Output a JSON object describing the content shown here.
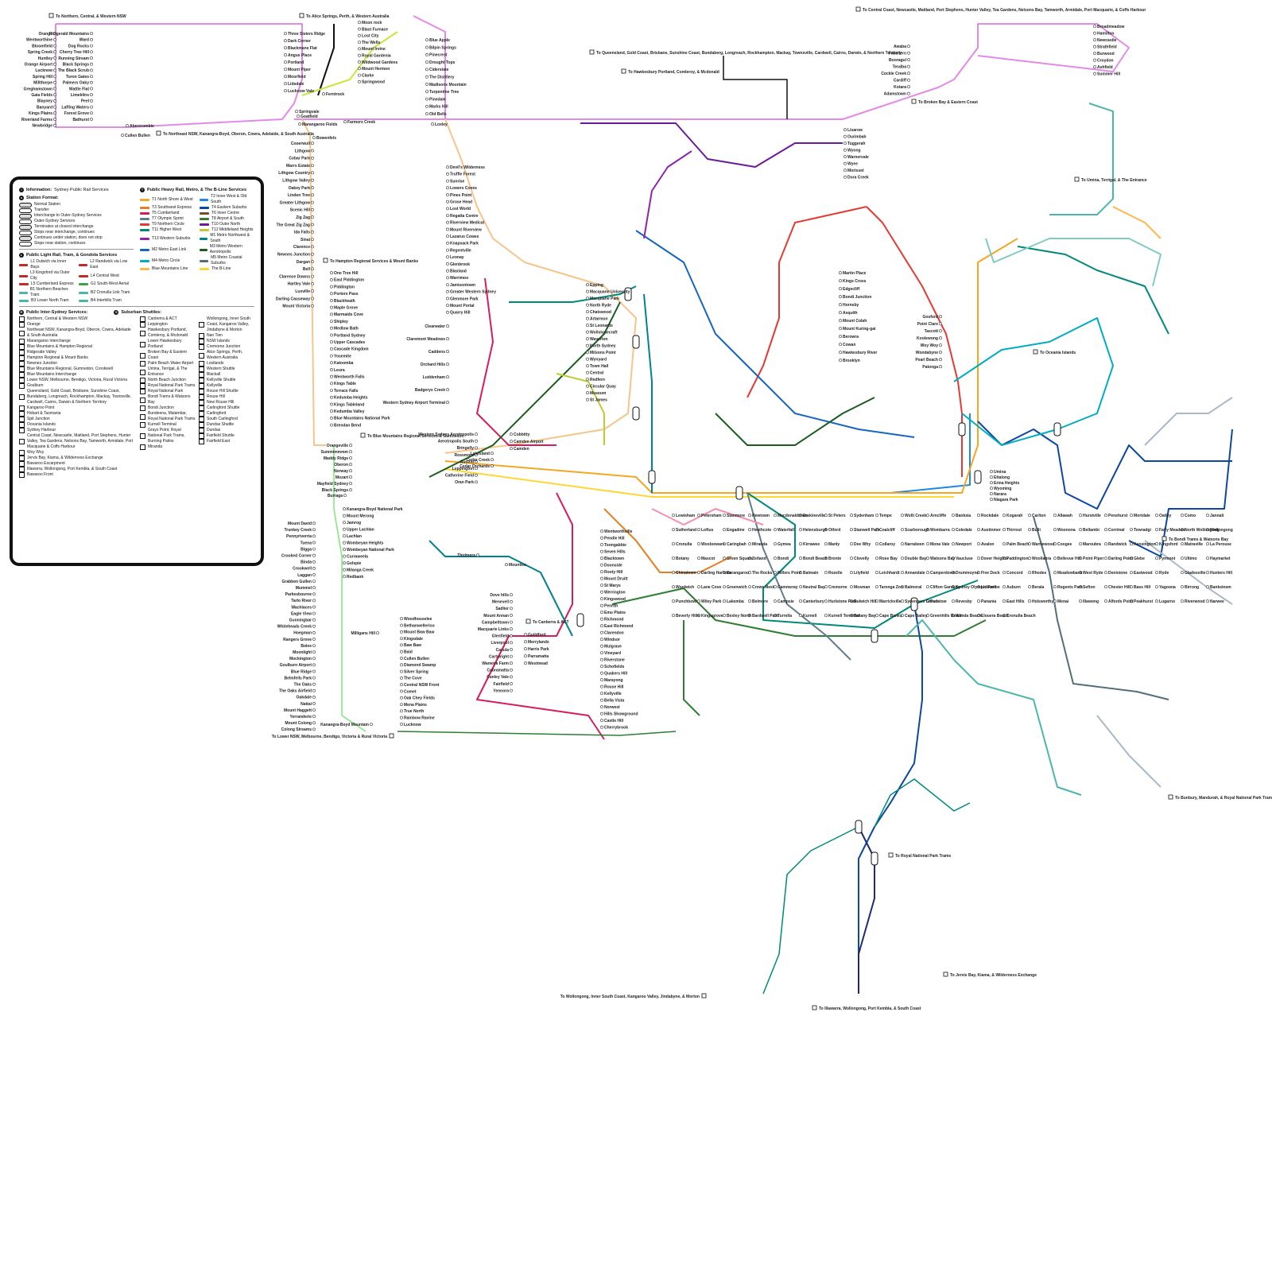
{
  "external_labels": {
    "nw": "To Northern, Central, & Western NSW",
    "alice": "To Alice Springs, Perth, & Western Australia",
    "qld": "To Queensland, Gold Coast, Brisbane, Sunshine Coast, Bundaberg, Longreach, Rockhampton, Mackay, Townsville, Cardwell, Cairns, Darwin, & Northern Territory",
    "hawkesbury": "To Hawkesbury Portland, Comleroy, & Mcdonald",
    "central_coast": "To Central Coast, Newcastle, Maitland, Port Stephens, Hunter Valley, Tea Gardens, Nelsons Bay, Tamworth, Armidale, Port Macquarie, & Coffs Harbour",
    "ne": "To Northeast NSW, Kanangra-Boyd, Oberon, Cowra, Adelaide, & South Australia",
    "hampton": "To Hampton Regional Services & Mount Banks",
    "blue_mtn": "To Blue Mountains Regional Services & Gumnedon",
    "lower_nsw": "To Lower NSW, Melbourne, Bendigo, Victoria & Rural Victoria",
    "canberra": "To Canberra & ACT",
    "wollongong": "To Wollongong, Inner South Coast, Kangaroo Valley, Jindabyne, & Morton",
    "illawarra": "To Illawarra, Wollongong, Port Kembla, & South Coast",
    "jervis": "To Jervis Bay, Kiama, & Wilderness Exchange",
    "royal_np": "To Royal National Park Trams",
    "bondi_trams": "To Bondi Trams & Watsons Bay",
    "broken_bay": "To Broken Bay & Eastern Coast",
    "umina": "To Umina, Terrigal, & The Entrance",
    "oceania": "To Oceania Islands",
    "bunbury": "To Bunbury, Mandurah, & Royal National Park Trams"
  },
  "stations": [
    "Orange",
    "Wentworthine",
    "Bloomfield",
    "Spring Creek",
    "Huntley",
    "Orange Airport",
    "Lucknow",
    "Spring Hill",
    "Millthorpe",
    "Greghamstown",
    "Gaia Fields",
    "Blayney",
    "Banyard",
    "Kings Plains",
    "Riverland Farms",
    "Newbridge",
    "Fitzgerald Mountains",
    "Ward",
    "Dog Rocks",
    "Cherry Tree Hill",
    "Running Stream",
    "Black Springs",
    "The Black Scrub",
    "Turon Gates",
    "Palmers Oaky",
    "Wattle Flat",
    "Limekilns",
    "Peel",
    "Laffing Waters",
    "Forest Grove",
    "Bathurst",
    "Abercrombie",
    "Cullen Bullen",
    "Three Sisters Ridge",
    "Dark Corner",
    "Blackmans Flat",
    "Angus Place",
    "Portland",
    "Mount Piper",
    "Moorfield",
    "Lidsdale",
    "Lucknow Vale",
    "Springvale",
    "Goatfield",
    "Ferntrock",
    "Marangaroo Fields",
    "Farmers Creek",
    "Bowenfels",
    "Cooerwull",
    "Lithgow",
    "Cobar Park",
    "Marrs Estate",
    "Lithgow Country",
    "Lithgow Valley",
    "Oakey Park",
    "Linden Tree",
    "Greater Lithgow",
    "Scenic Hill",
    "Zig Zag",
    "The Great Zig Zag",
    "Ida Falls",
    "Sinai",
    "Clarence",
    "Newnes Junction",
    "Dargan",
    "Bell",
    "Clarence Downs",
    "Hartley Vale",
    "Luxville",
    "Darling Causeway",
    "Mount Victoria",
    "One Tree Hill",
    "East Piddington",
    "Piddington",
    "Porters Pass",
    "Blackheath",
    "Maple Grove",
    "Marmaids Cove",
    "Shipley",
    "Medlow Bath",
    "Portland Sydney",
    "Upper Cascades",
    "Cascade Kingdom",
    "Yosemite",
    "Katoomba",
    "Leura",
    "Wentworth Falls",
    "Kings Table",
    "Terrace Falls",
    "Kedumba Heights",
    "Kings Tableland",
    "Kedumba Valley",
    "Blue Mountains National Park",
    "Brendan Bend",
    "Orangeville",
    "Summimmmm",
    "Maddy Ridge",
    "Oberon",
    "Norway",
    "Mozart",
    "Mayfield Sydney",
    "Black Springs",
    "Burraga",
    "Mount David",
    "Trunkey Creek",
    "Pennyriverria",
    "Tuena",
    "Bigga",
    "Crooked Corner",
    "Binda",
    "Crookwell",
    "Laggan",
    "Grabben Gullen",
    "Mummel",
    "Parkesbourne",
    "Tarlo River",
    "Wachlaces",
    "Eagle View",
    "Gunningbar",
    "Whiteheads Creek",
    "Hoegman",
    "Rangers Grove",
    "Bolee",
    "Moonlight",
    "Mockington",
    "Goulburn Airport",
    "Blue Ridge",
    "Belmfells Park",
    "The Oaks",
    "The Oaks Airfield",
    "Oakdale",
    "Nattai",
    "Mount Haggett",
    "Yerranderie",
    "Mount Colong",
    "Colong Streams",
    "Kanangra-Boyd Mountain",
    "Kanangra-Boyd National Park",
    "Mount Merong",
    "Jamrog",
    "Upper Lachlan",
    "Lachlan",
    "Wombeyan Heights",
    "Wombeyan National Park",
    "Curraweela",
    "Golspie",
    "Milanga Creek",
    "Redbank",
    "Milligans Hill",
    "Woodhouselee",
    "Bethanwellerloo",
    "Mount Baw Baw",
    "Kingsdale",
    "Baw Baw",
    "Baid",
    "Cullen Bullen",
    "Diamond Swamp",
    "Silver Spring",
    "The Cove",
    "Central NSW Front",
    "Comet",
    "Oak Chey Fields",
    "Mena Plains",
    "True North",
    "Rainbow Ravine",
    "Lucknow",
    "Moon rock",
    "Blast Furnace",
    "Lost City",
    "The Wells",
    "Mount Irvine",
    "Royal Gardenia",
    "Wildwood Gardens",
    "Mount Hermon",
    "Clarke",
    "Springwood",
    "Blue Apple",
    "Bilpin Springs",
    "Pinecrest",
    "Drought Tops",
    "Ciderstate",
    "The Distillery",
    "Madisons Mountain",
    "Turpentine Tree",
    "Pinedale",
    "Marks Hill",
    "Old Bells",
    "Loxley",
    "Devil's Wilderness",
    "Truffle Forest",
    "Sunrise",
    "Lowers Coves",
    "Pines Point",
    "Grose Head",
    "Lost World",
    "Regatta Centre",
    "Riverview Medical",
    "Mount Riverview",
    "Lazarus Cowes",
    "Knapsack Park",
    "Regentville",
    "Leonay",
    "Glenbrook",
    "Blaxland",
    "Warrimoo",
    "Jamisontown",
    "Greater Western Sydney",
    "Glenmore Park",
    "Mount Portal",
    "Quarry Hill",
    "Clearwater",
    "Claremont Meadows",
    "Caddens",
    "Orchard Hills",
    "Luddenham",
    "Badgerys Creek",
    "Western Sydney Airport Terminal",
    "Western Sydney Aerotropolis",
    "Aerotropolis South",
    "Bringelly",
    "Rossmore",
    "Austral",
    "Leppington",
    "Catherine Field",
    "Oran Park",
    "Cobbitty",
    "Camden Airport",
    "Camden",
    "Lakesland",
    "Cedar Creek",
    "Cedar Orchards",
    "Thirlmere",
    "Mountlea",
    "Dove hills",
    "Menevell",
    "Sadlier",
    "Mount Annan",
    "Campbelltown",
    "Macquarie Links",
    "Glenfield",
    "Liverpool",
    "Casula",
    "Cartwright",
    "Warwick Farm",
    "Cabramatta",
    "Canley Vale",
    "Fairfield",
    "Yennora",
    "Guildford",
    "Merrylands",
    "Harris Park",
    "Parramatta",
    "Westmead",
    "Wentworthville",
    "Pendle Hill",
    "Toongabbie",
    "Seven Hills",
    "Blacktown",
    "Doonside",
    "Rooty Hill",
    "Mount Druitt",
    "St Marys",
    "Werrington",
    "Kingswood",
    "Penrith",
    "Emu Plains",
    "Richmond",
    "East Richmond",
    "Clarendon",
    "Windsor",
    "Mulgrave",
    "Vineyard",
    "Riverstone",
    "Schofields",
    "Quakers Hill",
    "Marayong",
    "Rouse Hill",
    "Kellyville",
    "Bella Vista",
    "Norwest",
    "Hills Showground",
    "Castle Hill",
    "Cherrybrook",
    "Epping",
    "Macquarie University",
    "Macquarie Park",
    "North Ryde",
    "Chatswood",
    "Artarmon",
    "St Leonards",
    "Wollstonecraft",
    "Waverton",
    "North Sydney",
    "Milsons Point",
    "Wynyard",
    "Town Hall",
    "Central",
    "Redfern",
    "Circular Quay",
    "Museum",
    "St James",
    "Martin Place",
    "Kings Cross",
    "Edgecliff",
    "Bondi Junction",
    "Hornsby",
    "Asquith",
    "Mount Colah",
    "Mount Kuring-gai",
    "Berowra",
    "Cowan",
    "Hawkesbury River",
    "Brooklyn",
    "Gosford",
    "Point Clare",
    "Tascott",
    "Koolewong",
    "Woy Woy",
    "Wondabyne",
    "Pearl Beach",
    "Patonga",
    "Umina",
    "Ettalong",
    "Erina Heights",
    "Wyoming",
    "Narara",
    "Niagara Park",
    "Lisarow",
    "Ourimbah",
    "Tuggerah",
    "Wyong",
    "Warnervale",
    "Wyee",
    "Morisset",
    "Dora Creek",
    "Awaba",
    "Fassifern",
    "Booragul",
    "Teralba",
    "Cockle Creek",
    "Cardiff",
    "Kotara",
    "Adamstown",
    "Broadmeadow",
    "Hamilton",
    "Newcastle",
    "Strathfield",
    "Burwood",
    "Croydon",
    "Ashfield",
    "Summer Hill",
    "Lewisham",
    "Petersham",
    "Stanmore",
    "Newtown",
    "Macdonaldtown",
    "Erskineville",
    "St Peters",
    "Sydenham",
    "Tempe",
    "Wolli Creek",
    "Arncliffe",
    "Banksia",
    "Rockdale",
    "Kogarah",
    "Carlton",
    "Allawah",
    "Hurstville",
    "Penshurst",
    "Mortdale",
    "Oatley",
    "Como",
    "Jannali",
    "Sutherland",
    "Loftus",
    "Engadine",
    "Heathcote",
    "Waterfall",
    "Helensburgh",
    "Otford",
    "Stanwell Park",
    "Coalcliff",
    "Scarborough",
    "Wombarra",
    "Coledale",
    "Austinmer",
    "Thirroul",
    "Bulli",
    "Woonona",
    "Bellambi",
    "Corrimal",
    "Towradgi",
    "Fairy Meadow",
    "North Wollongong",
    "Wollongong",
    "Cronulla",
    "Woolooware",
    "Caringbah",
    "Miranda",
    "Gymea",
    "Kirrawee",
    "Manly",
    "Dee Why",
    "Collaroy",
    "Narrabeen",
    "Mona Vale",
    "Newport",
    "Avalon",
    "Palm Beach",
    "Warriewood",
    "Coogee",
    "Maroubra",
    "Randwick",
    "Kensington",
    "Kingsford",
    "Matraville",
    "La Perouse",
    "Botany",
    "Mascot",
    "Green Square",
    "Zetland",
    "Bondi",
    "Bondi Beach",
    "Bronte",
    "Clovelly",
    "Rose Bay",
    "Double Bay",
    "Watsons Bay",
    "Vaucluse",
    "Dover Heights",
    "Paddington",
    "Woollahra",
    "Bellevue Hill",
    "Point Piper",
    "Darling Point",
    "Glebe",
    "Pyrmont",
    "Ultimo",
    "Haymarket",
    "Chinatown",
    "Darling Harbour",
    "Barangaroo",
    "The Rocks",
    "Millers Point",
    "Balmain",
    "Rozelle",
    "Lilyfield",
    "Leichhardt",
    "Annandale",
    "Camperdown",
    "Drummoyne",
    "Five Dock",
    "Concord",
    "Rhodes",
    "Meadowbank",
    "West Ryde",
    "Denistone",
    "Eastwood",
    "Ryde",
    "Gladesville",
    "Hunters Hill",
    "Woolwich",
    "Lane Cove",
    "Greenwich",
    "Crows Nest",
    "Cammeray",
    "Neutral Bay",
    "Cremorne",
    "Mosman",
    "Taronga Zoo",
    "Balmoral",
    "Clifton Gardens",
    "Sydney Olympic Park",
    "Lidcombe",
    "Auburn",
    "Berala",
    "Regents Park",
    "Sefton",
    "Chester Hill",
    "Bass Hill",
    "Yagoona",
    "Birrong",
    "Bankstown",
    "Punchbowl",
    "Wiley Park",
    "Lakemba",
    "Belmore",
    "Campsie",
    "Canterbury",
    "Hurlstone Park",
    "Dulwich Hill",
    "Marrickville",
    "Sydenham Greens",
    "Padstow",
    "Revesby",
    "Panania",
    "East Hills",
    "Holsworthy",
    "Menai",
    "Illawong",
    "Alfords Point",
    "Peakhurst",
    "Lugarno",
    "Riverwood",
    "Narwee",
    "Beverly Hills",
    "Kingsgrove",
    "Bexley North",
    "Bardwell Park",
    "Turrella",
    "Kurnell",
    "Kurnell Terminal",
    "Botany Bay",
    "Cape Banks",
    "Cape Bailey",
    "Greenhills Beach",
    "Wanda Beach",
    "Elouera Beach",
    "Cronulla Beach"
  ],
  "legend": {
    "info_title": "Information:",
    "info_sydney": "Sydney Public Rail Services",
    "station_format_title": "Station Format:",
    "station_format": [
      "Normal Station",
      "Transfer",
      "Interchange to Outer-Sydney Services",
      "Outer-Sydney Services",
      "Terminates at closest interchange",
      "Stops near interchange, continues",
      "Continues under station, does not stop",
      "Stops near station, continues"
    ],
    "heavy_rail_title": "Public Heavy Rail, Metro, & The B-Line Services",
    "heavy_rail": [
      {
        "name": "T1 North Shore & West",
        "color": "#f5a623"
      },
      {
        "name": "T2 Inner West & Old South",
        "color": "#1e88e5"
      },
      {
        "name": "T3 Southwest Express",
        "color": "#e67e22"
      },
      {
        "name": "T4 Eastern Suburbs",
        "color": "#0d47a1"
      },
      {
        "name": "T5 Cumberland",
        "color": "#d81b60"
      },
      {
        "name": "T6 Inner Centre",
        "color": "#7b4a2a"
      },
      {
        "name": "T7 Olympic Sprint",
        "color": "#607d8b"
      },
      {
        "name": "T8 Airport & South",
        "color": "#2e7d32"
      },
      {
        "name": "T9 Northern Circle",
        "color": "#e53935"
      },
      {
        "name": "T10 Outer North",
        "color": "#6a1b9a"
      },
      {
        "name": "T11 Higher West",
        "color": "#00897b"
      },
      {
        "name": "T12 Middleland Heights",
        "color": "#c0ca33"
      },
      {
        "name": "T13 Western Suburbs",
        "color": "#8e24aa"
      },
      {
        "name": "M1 Metro Northwest & South",
        "color": "#00838f"
      },
      {
        "name": "M2 Metro East Link",
        "color": "#1565c0"
      },
      {
        "name": "M3 Metro Western Aerotropolis",
        "color": "#1b5e20"
      },
      {
        "name": "M4 Metro Circle",
        "color": "#00acc1"
      },
      {
        "name": "M5 Metro Coastal Suburbs",
        "color": "#546e7a"
      },
      {
        "name": "Blue Mountains Line",
        "color": "#ffb74d"
      },
      {
        "name": "The B-Line",
        "color": "#fdd835"
      }
    ],
    "light_rail_title": "Public Light Rail, Tram, & Gondola Services",
    "light_rail": [
      {
        "name": "L1 Dulwich via Inner Bays",
        "color": "#c62828"
      },
      {
        "name": "L2 Randwick via Low East",
        "color": "#c62828"
      },
      {
        "name": "L3 Kingsford via Outer City",
        "color": "#c62828"
      },
      {
        "name": "L4 Central West",
        "color": "#c62828"
      },
      {
        "name": "L5 Cumberland Express",
        "color": "#c62828"
      },
      {
        "name": "G1 South-West Aerial",
        "color": "#43a047"
      },
      {
        "name": "B1 Northern Beaches Tram",
        "color": "#4db6ac"
      },
      {
        "name": "B2 Cronulla Link Tram",
        "color": "#4db6ac"
      },
      {
        "name": "B3 Lower North Tram",
        "color": "#4db6ac"
      },
      {
        "name": "B4 Interhills Tram",
        "color": "#4db6ac"
      }
    ],
    "intersydney_title": "Public Inter-Sydney Services:",
    "suburban_title": "Suburban Shuttles:",
    "intersydney": [
      "Northern, Central & Western NSW",
      "Orange",
      "Northeast NSW, Kanangra-Boyd, Oberon, Cowra, Adelaide & South Australia",
      "Marangaroo Interchange",
      "Blue Mountains & Hampton Regional",
      "Ridgeside Valley",
      "Hampton Regional & Mount Banks",
      "Newnes Junction",
      "Blue Mountains Regional, Gumnedon, Crookwell",
      "Blue Mountains Interchange",
      "Lower NSW, Melbourne, Bendigo, Victoria, Rural Victoria",
      "Goulburn",
      "Queensland, Gold Coast, Brisbane, Sunshine Coast, Bundaberg, Longreach, Rockhampton, Mackay, Townsville, Cardwell, Cairns, Darwin & Northern Territory",
      "Kangaroo Point",
      "Hobart & Tasmania",
      "Spit Junction",
      "Oceania Islands",
      "Sydney Harbour",
      "Central Coast, Newcastle, Maitland, Port Stephens, Hunter Valley, Tea Gardens, Nelsons Bay, Tamworth, Armidale, Port Macquarie & Coffs Harbour",
      "Woy Woy",
      "Jervis Bay, Kiama, & Wilderness Exchange",
      "Bawaroo Escarpment",
      "Illawarra, Wollongong, Port Kembla, & South Coast",
      "Bawaroo Front"
    ],
    "suburban": [
      "Canberra & ACT",
      "Leppington",
      "Hawkesbury Portland, Comleroy, & Mcdonald",
      "Lower Hawkesbury Portland",
      "Broken Bay & Eastern Coast",
      "Palm Beach Water Airport",
      "Umina, Terrigal, & The Entrance",
      "North Beach Junction",
      "Royal National Park Trams",
      "Royal National Park",
      "Bondi Trams & Watsons Bay",
      "Bondi Junction",
      "Bundeena, Malambar, Royal National Park Trams",
      "Kurnell Terminal",
      "Grays Point, Royal National Park Trams, Burning Palms",
      "Miranda",
      "Wollongong, Inner South Coast, Kangaroo Valley, Jindabyne & Morton",
      "Nan Tien",
      "NSW Islands",
      "Cremorne Junction",
      "Alice Springs, Perth, Western Australia",
      "Lostlands",
      "Western Shuttle",
      "Blackall",
      "Kellyville Shuttle",
      "Kellyville",
      "Rouse Hill Shuttle",
      "Rouse Hill",
      "New Rouse Hill",
      "Carlingford Shuttle",
      "Carlingford",
      "South Carlingford",
      "Dundas Shuttle",
      "Dundas",
      "Fairfield Shuttle",
      "Fairfield East"
    ]
  }
}
